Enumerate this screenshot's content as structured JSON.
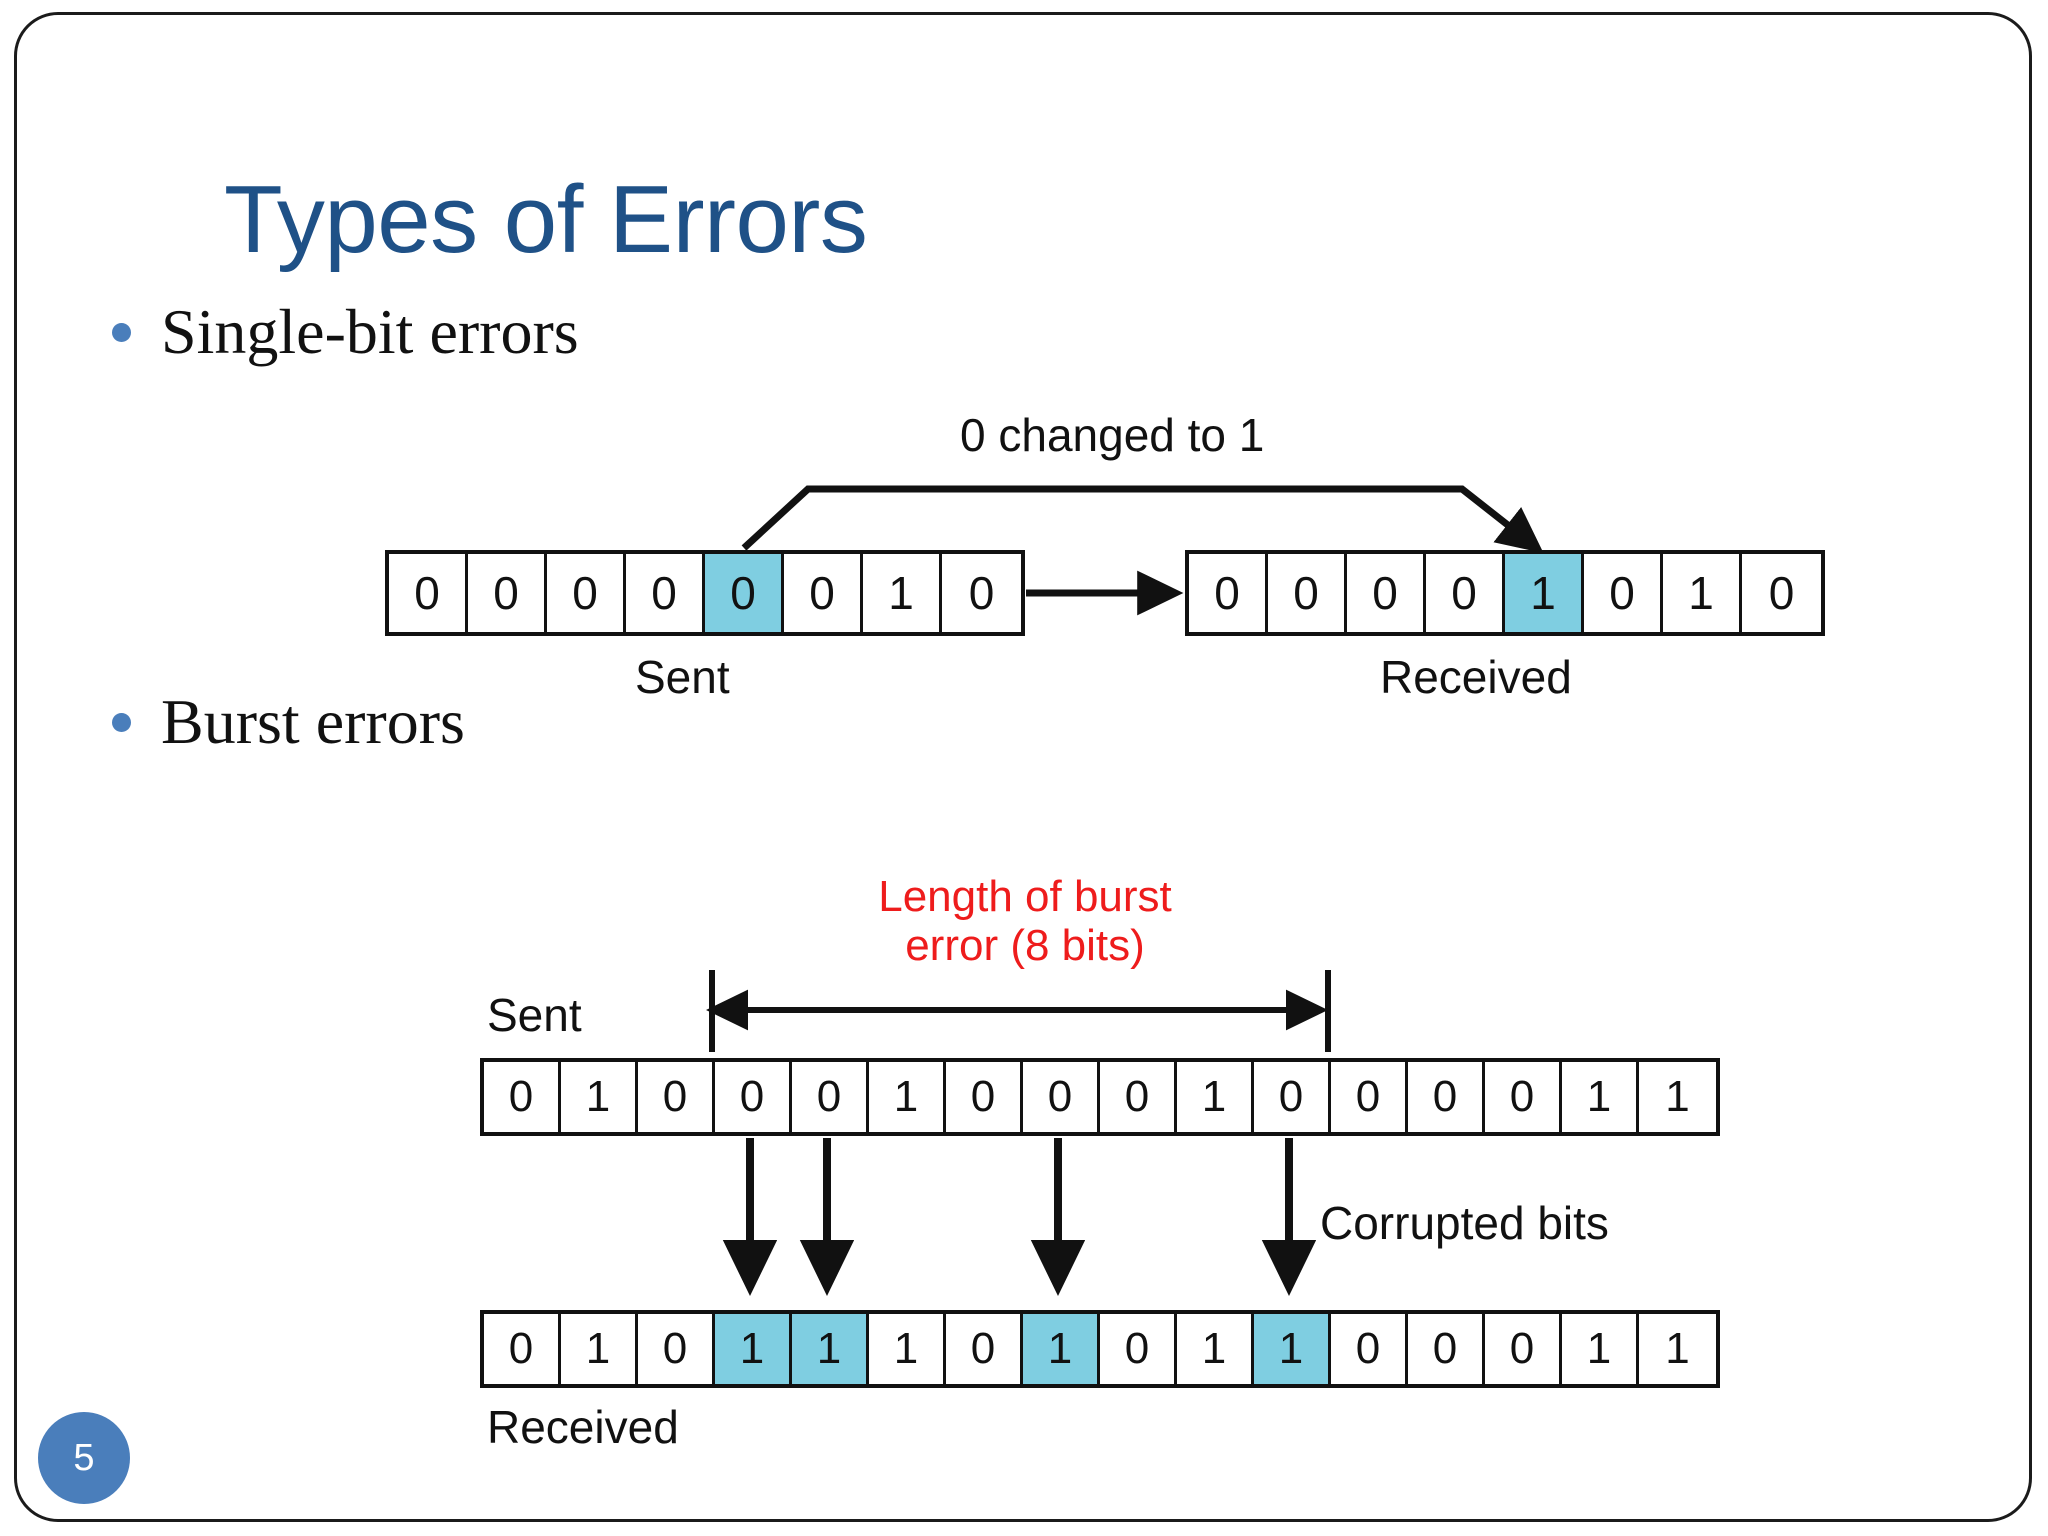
{
  "slide": {
    "title": "Types of Errors",
    "page_number": "5",
    "title_color": "#1f5187",
    "bullet_color": "#4a7ebb",
    "highlight_color": "#7fcee1",
    "error_text_color": "#ee1c1c"
  },
  "bullets": [
    {
      "label": "Single-bit errors"
    },
    {
      "label": "Burst errors"
    }
  ],
  "single_bit_diagram": {
    "annotation": "0 changed to 1",
    "sent": {
      "caption": "Sent",
      "bits": [
        "0",
        "0",
        "0",
        "0",
        "0",
        "0",
        "1",
        "0"
      ],
      "highlighted_indices": [
        4
      ]
    },
    "received": {
      "caption": "Received",
      "bits": [
        "0",
        "0",
        "0",
        "0",
        "1",
        "0",
        "1",
        "0"
      ],
      "highlighted_indices": [
        4
      ]
    }
  },
  "burst_diagram": {
    "burst_label_line1": "Length of burst",
    "burst_label_line2": "error (8 bits)",
    "corrupted_label": "Corrupted bits",
    "sent": {
      "caption": "Sent",
      "bits": [
        "0",
        "1",
        "0",
        "0",
        "0",
        "1",
        "0",
        "0",
        "0",
        "1",
        "0",
        "0",
        "0",
        "0",
        "1",
        "1"
      ],
      "highlighted_indices": []
    },
    "received": {
      "caption": "Received",
      "bits": [
        "0",
        "1",
        "0",
        "1",
        "1",
        "1",
        "0",
        "1",
        "0",
        "1",
        "1",
        "0",
        "0",
        "0",
        "1",
        "1"
      ],
      "highlighted_indices": [
        3,
        4,
        7,
        10
      ]
    },
    "corrupted_source_indices": [
      3,
      4,
      7,
      10
    ]
  }
}
